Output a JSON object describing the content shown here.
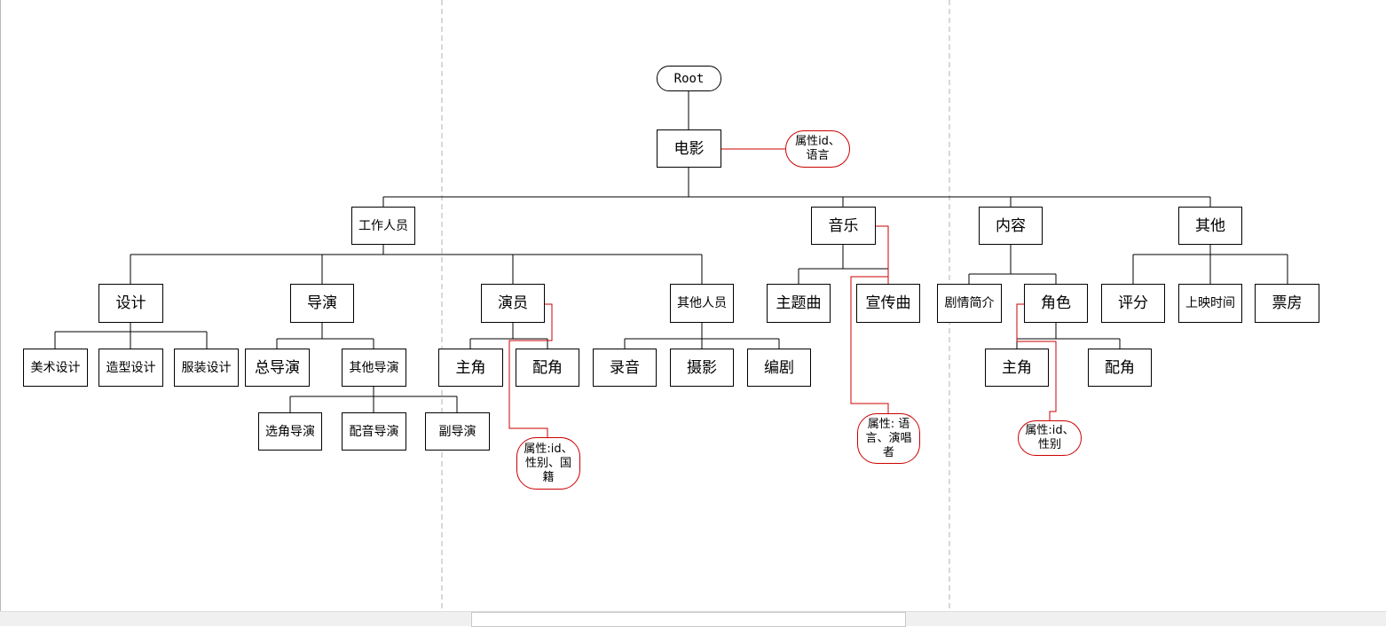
{
  "diagram": {
    "root": "Root",
    "film": "电影",
    "film_attr": "属性id、语言",
    "staff": {
      "label": "工作人员",
      "design": {
        "label": "设计",
        "children": [
          "美术设计",
          "造型设计",
          "服装设计"
        ]
      },
      "director": {
        "label": "导演",
        "chief": "总导演",
        "other": {
          "label": "其他导演",
          "children": [
            "选角导演",
            "配音导演",
            "副导演"
          ]
        }
      },
      "actor": {
        "label": "演员",
        "children": [
          "主角",
          "配角"
        ],
        "attr": "属性:id、性别、国籍"
      },
      "other_staff": {
        "label": "其他人员",
        "children": [
          "录音",
          "摄影",
          "编剧"
        ]
      }
    },
    "music": {
      "label": "音乐",
      "children": [
        "主题曲",
        "宣传曲"
      ],
      "attr": "属性: 语言、演唱者"
    },
    "content": {
      "label": "内容",
      "synopsis": "剧情简介",
      "role": {
        "label": "角色",
        "children": [
          "主角",
          "配角"
        ],
        "attr": "属性:id、性别"
      }
    },
    "other": {
      "label": "其他",
      "children": [
        "评分",
        "上映时间",
        "票房"
      ]
    }
  },
  "colors": {
    "attribute_outline": "#cc0000",
    "edge": "#000000",
    "page_guide": "#b0b0b0"
  }
}
